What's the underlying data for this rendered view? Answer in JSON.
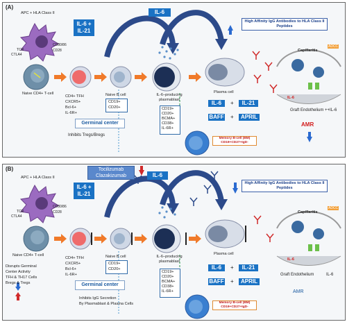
{
  "panelA": {
    "label": "(A)",
    "apc": "APC + HLA Class II",
    "cd80": "CD80/86",
    "cd28": "CD28",
    "tcr": "TCR",
    "ctla4": "CTLA4",
    "naive_t": "Naive CD4+ T-cell",
    "il6_box": "IL-6",
    "il6_il21_box": "IL-6 + IL-21",
    "tfh_markers": [
      "CD4+ TFH",
      "CXCR5+",
      "Bcl-6+",
      "IL-6R+"
    ],
    "naive_b_title": "Naive B cell",
    "naive_b_markers": [
      "CD19+",
      "CD20+"
    ],
    "germinal": "Germinal center",
    "inhibits": "Inhibits Tregs/Bregs",
    "plasmablast": "IL-6–producing plasmablast",
    "pb_markers": [
      "CD19+",
      "CD20+",
      "BCMA+",
      "CD38+",
      "IL-6R+"
    ],
    "plasma": "Plasma cell",
    "high_affinity": "High Affinity IgG Antibodies to HLA Class II Peptides",
    "cyt_il6": "IL-6",
    "cyt_il21": "IL-21",
    "cyt_baff": "BAFF",
    "cyt_april": "APRIL",
    "plus": "+",
    "memory": "Memory B-cell (BM)",
    "memory_markers": "CD19+CD27+IgD-",
    "capillaritis": "Capillaritis",
    "adcc": "ADCC",
    "cap_il6": "IL-6",
    "graft": "Graft Endothelium ++IL-6",
    "amr": "AMR"
  },
  "panelB": {
    "label": "(B)",
    "drugs": [
      "Tocilizumab",
      "Clazakizumab"
    ],
    "apc": "APC + HLA Class II",
    "cd80": "CD80/86",
    "cd28": "CD28",
    "tcr": "TCR",
    "ctla4": "CTLA4",
    "naive_t": "Naive CD4+ T-cell",
    "il6_box": "IL-6",
    "il6_il21_box": "IL-6 + IL-21",
    "tfh_markers": [
      "CD4+ TFH",
      "CXCR5+",
      "Bcl-6+",
      "IL-6R+"
    ],
    "naive_b_title": "Naive B cell",
    "naive_b_markers": [
      "CD19+",
      "CD20+"
    ],
    "germinal": "Germinal center",
    "disrupts": [
      "Disrupts Germinal",
      "Center Activity",
      "TFH & TH17 Cells",
      "Bregs & Tregs"
    ],
    "inhibits_igg": [
      "Inhibits IgG Secretion",
      "By Plasmablast & Plasma Cells"
    ],
    "plasmablast": "IL-6–producing plasmablast",
    "pb_markers": [
      "CD19+",
      "CD20+",
      "BCMA+",
      "CD38+",
      "IL-6R+"
    ],
    "plasma": "Plasma cell",
    "high_affinity": "High Affinity IgG Antibodies to HLA Class II Peptides",
    "cyt_il6": "IL-6",
    "cyt_il21": "IL-21",
    "cyt_baff": "BAFF",
    "cyt_april": "APRIL",
    "plus": "+",
    "memory": "Memory B-cell (BM)",
    "memory_markers": "CD19+CD27+IgD-",
    "capillaritis": "Capillaritis",
    "adcc": "ADCC",
    "cap_il6": "IL-6",
    "graft": "Graft Endothelium",
    "graft_il6": "IL-6",
    "amr": "AMR"
  }
}
